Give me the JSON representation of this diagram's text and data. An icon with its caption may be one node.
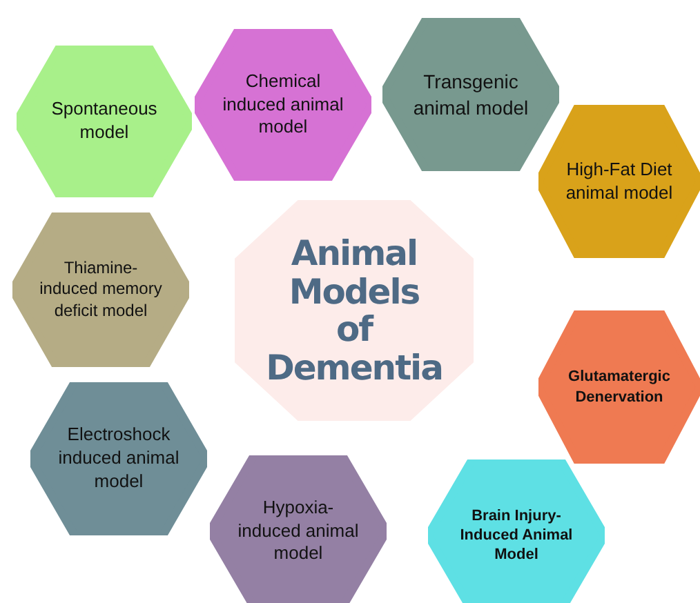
{
  "diagram": {
    "nodes": [
      {
        "text": [
          "Spontaneous model"
        ]
      },
      {
        "text": [
          "Chemical induced animal model"
        ]
      },
      {
        "text": [
          "Transgenic animal model"
        ]
      },
      {
        "text": [
          "High-Fat Diet animal model"
        ]
      },
      {
        "text": [
          "Thiamine-induced memory deficit model"
        ]
      },
      {
        "text": [
          "Animal Models of Dementia"
        ]
      },
      {
        "text": [
          "Glutamatergic Denervation"
        ]
      },
      {
        "text": [
          "Electroshock induced animal model"
        ]
      },
      {
        "text": [
          "Hypoxia-induced animal model"
        ]
      },
      {
        "text": [
          "Brain Injury-Induced Animal Model"
        ]
      }
    ]
  }
}
